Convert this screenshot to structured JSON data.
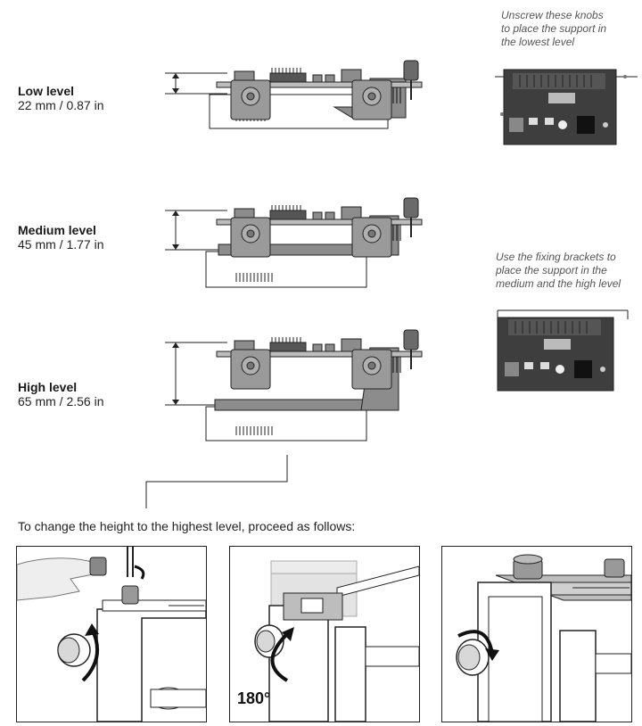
{
  "levels": [
    {
      "name": "Low level",
      "value": "22 mm / 0.87 in"
    },
    {
      "name": "Medium level",
      "value": "45 mm / 1.77 in"
    },
    {
      "name": "High level",
      "value": "65 mm / 2.56 in"
    }
  ],
  "notes": {
    "unscrew": [
      "Unscrew these knobs",
      "to place the support in",
      "the lowest level"
    ],
    "brackets": [
      "Use the fixing brackets to",
      "place the support in the",
      "medium and the high level"
    ]
  },
  "instruction": "To change the height to the highest level, proceed as follows:",
  "steps": [
    {
      "label": ""
    },
    {
      "label": "180°"
    },
    {
      "label": ""
    }
  ],
  "colors": {
    "device_gray": "#8c8c8c",
    "dark_device": "#3e3e3e",
    "line": "#222222"
  }
}
